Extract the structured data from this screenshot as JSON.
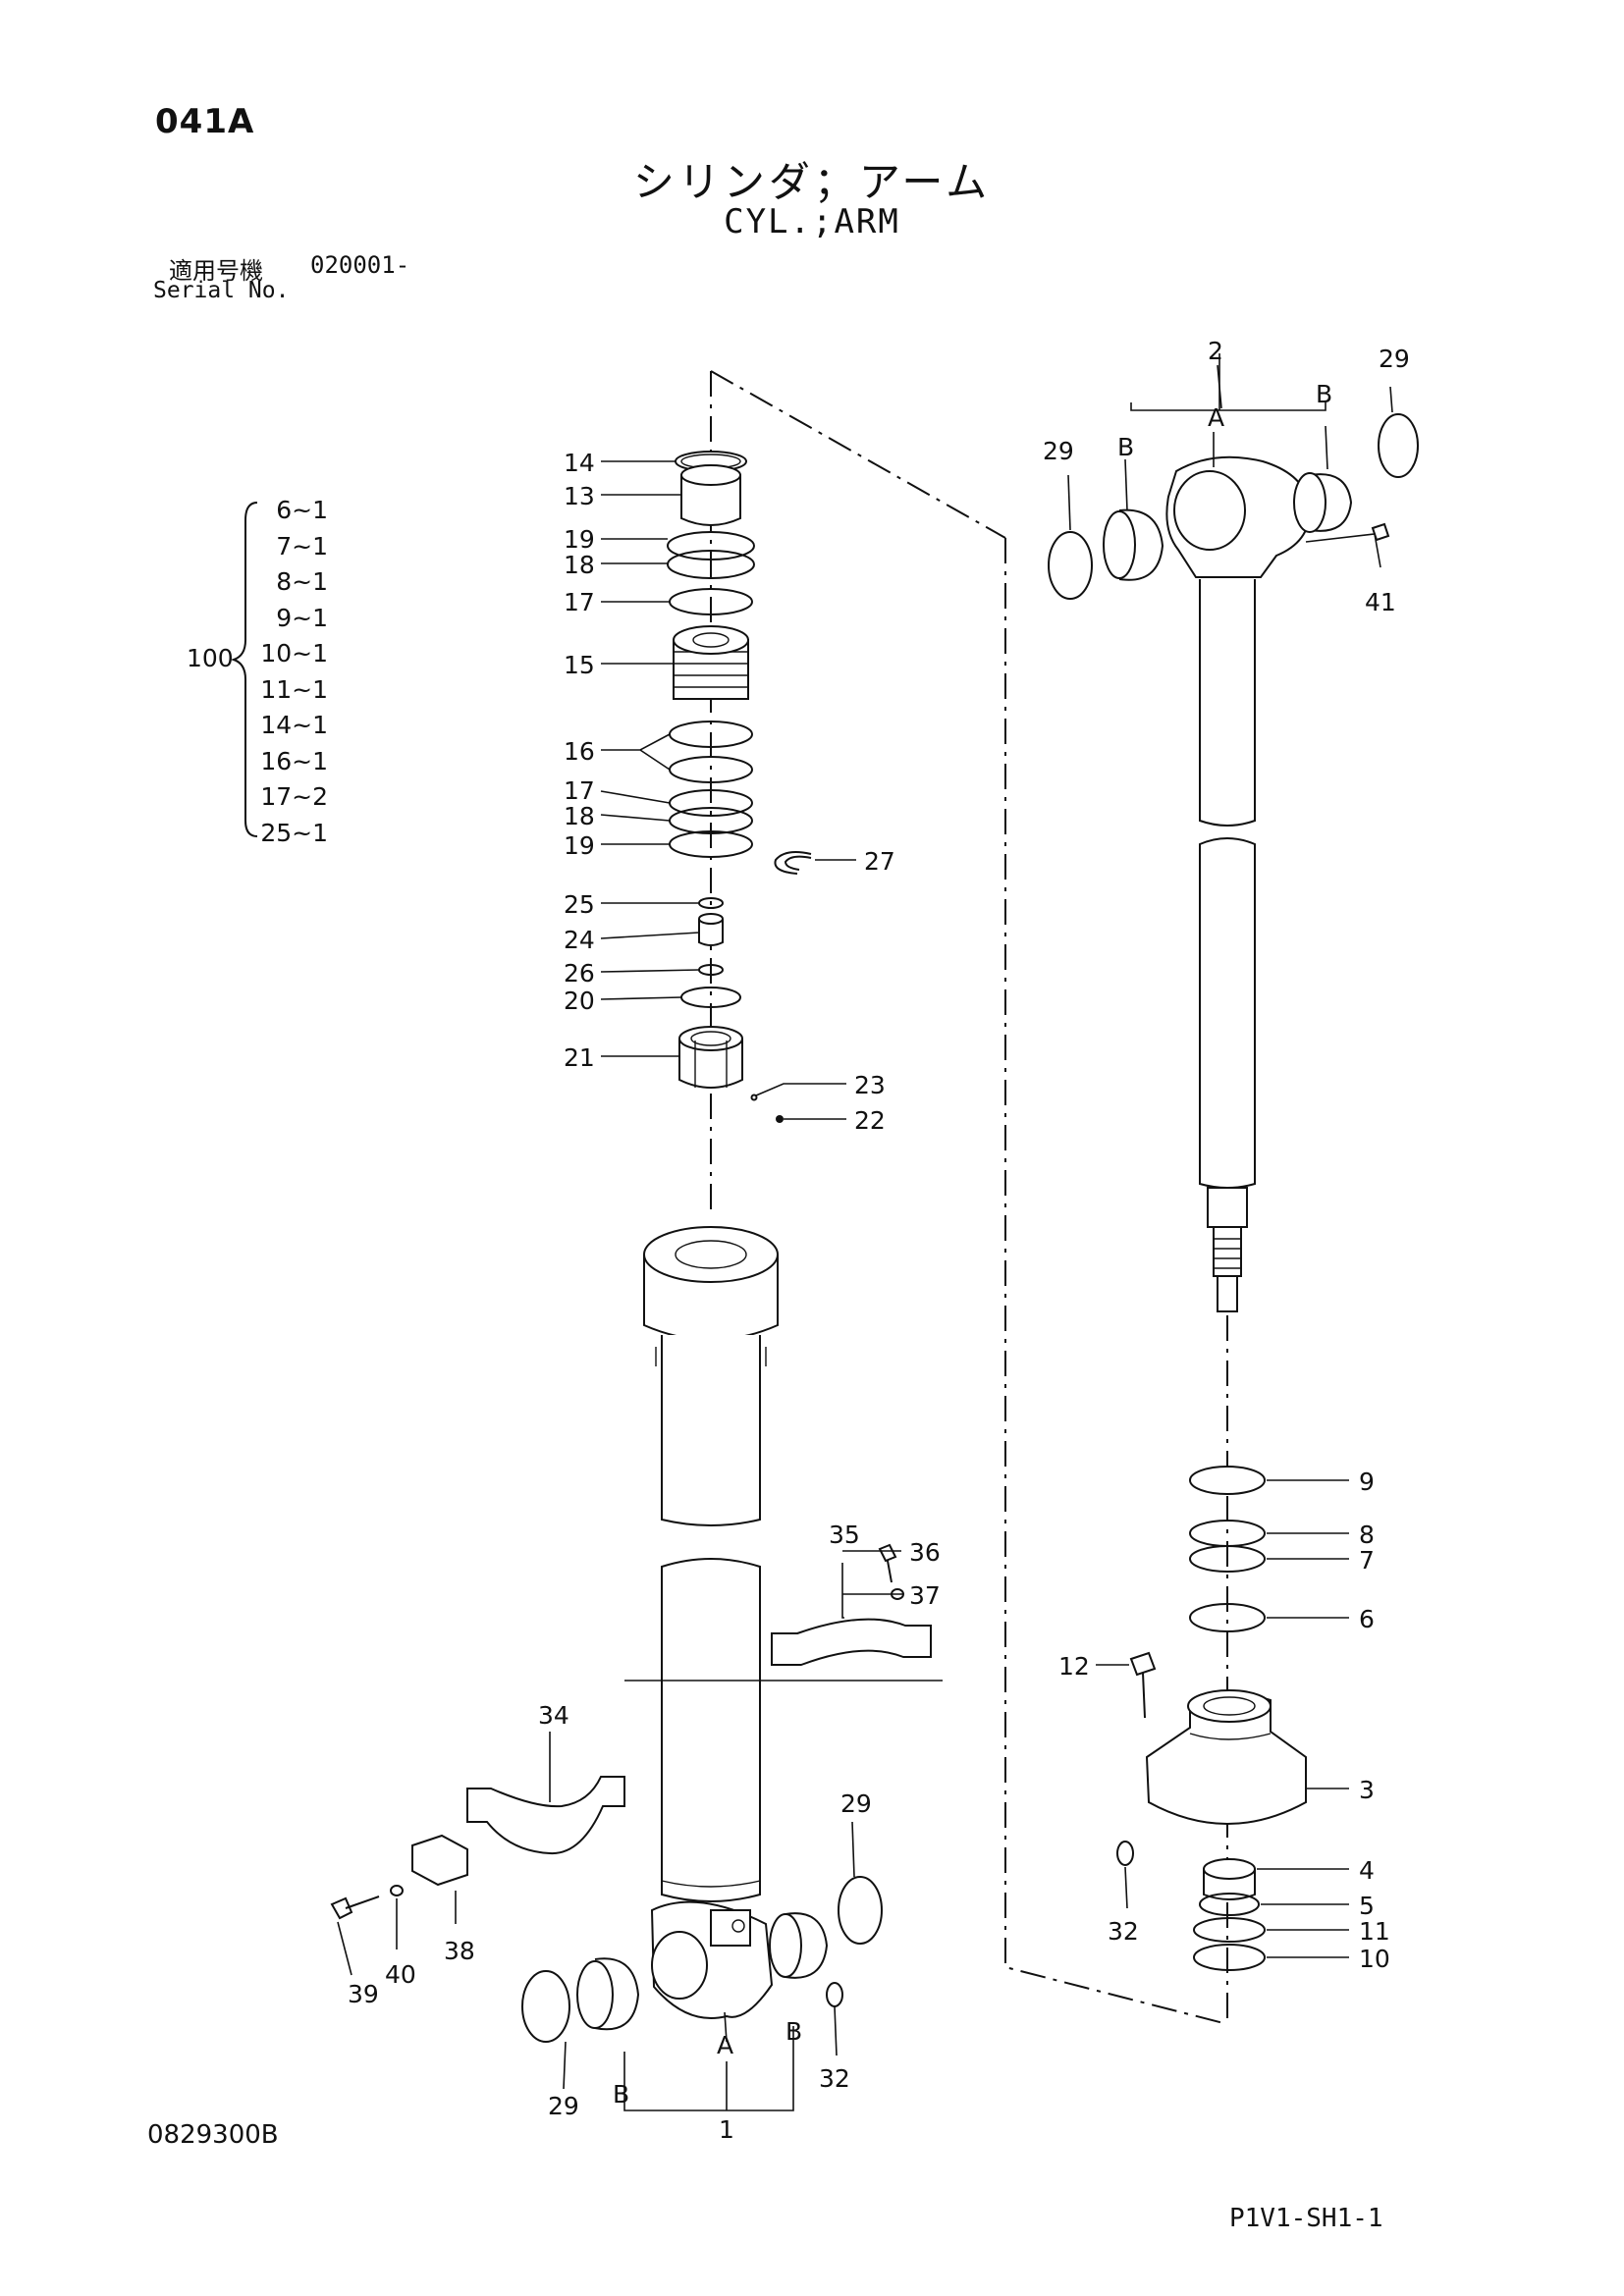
{
  "header": {
    "page_code": "041A",
    "title_jp": "シリンダ；アーム",
    "title_en": "CYL.;ARM",
    "serial_label_jp": "適用号機",
    "serial_value": "020001-",
    "serial_label_en": "Serial No."
  },
  "kit": {
    "ref": "100",
    "items": [
      "6~1",
      "7~1",
      "8~1",
      "9~1",
      "10~1",
      "11~1",
      "14~1",
      "16~1",
      "17~2",
      "25~1"
    ]
  },
  "callouts": {
    "c14": "14",
    "c13": "13",
    "c19a": "19",
    "c18a": "18",
    "c17a": "17",
    "c15": "15",
    "c16": "16",
    "c17b": "17",
    "c18b": "18",
    "c19b": "19",
    "c27": "27",
    "c25": "25",
    "c24": "24",
    "c26": "26",
    "c20": "20",
    "c21": "21",
    "c23": "23",
    "c22": "22",
    "c35": "35",
    "c36": "36",
    "c37": "37",
    "c34": "34",
    "c38": "38",
    "c39": "39",
    "c40": "40",
    "c29a": "29",
    "c29b": "29",
    "c32a": "32",
    "cA1": "A",
    "cB1": "B",
    "cB2": "B",
    "c1": "1",
    "c2": "2",
    "c29c": "29",
    "c29d": "29",
    "cA2": "A",
    "cB3": "B",
    "cB4": "B",
    "c41": "41",
    "c9": "9",
    "c8": "8",
    "c7": "7",
    "c6": "6",
    "c12": "12",
    "c3": "3",
    "c4": "4",
    "c5": "5",
    "c11": "11",
    "c10": "10",
    "c32b": "32"
  },
  "footer": {
    "drawing_number": "0829300B",
    "sheet_number": "P1V1-SH1-1"
  }
}
